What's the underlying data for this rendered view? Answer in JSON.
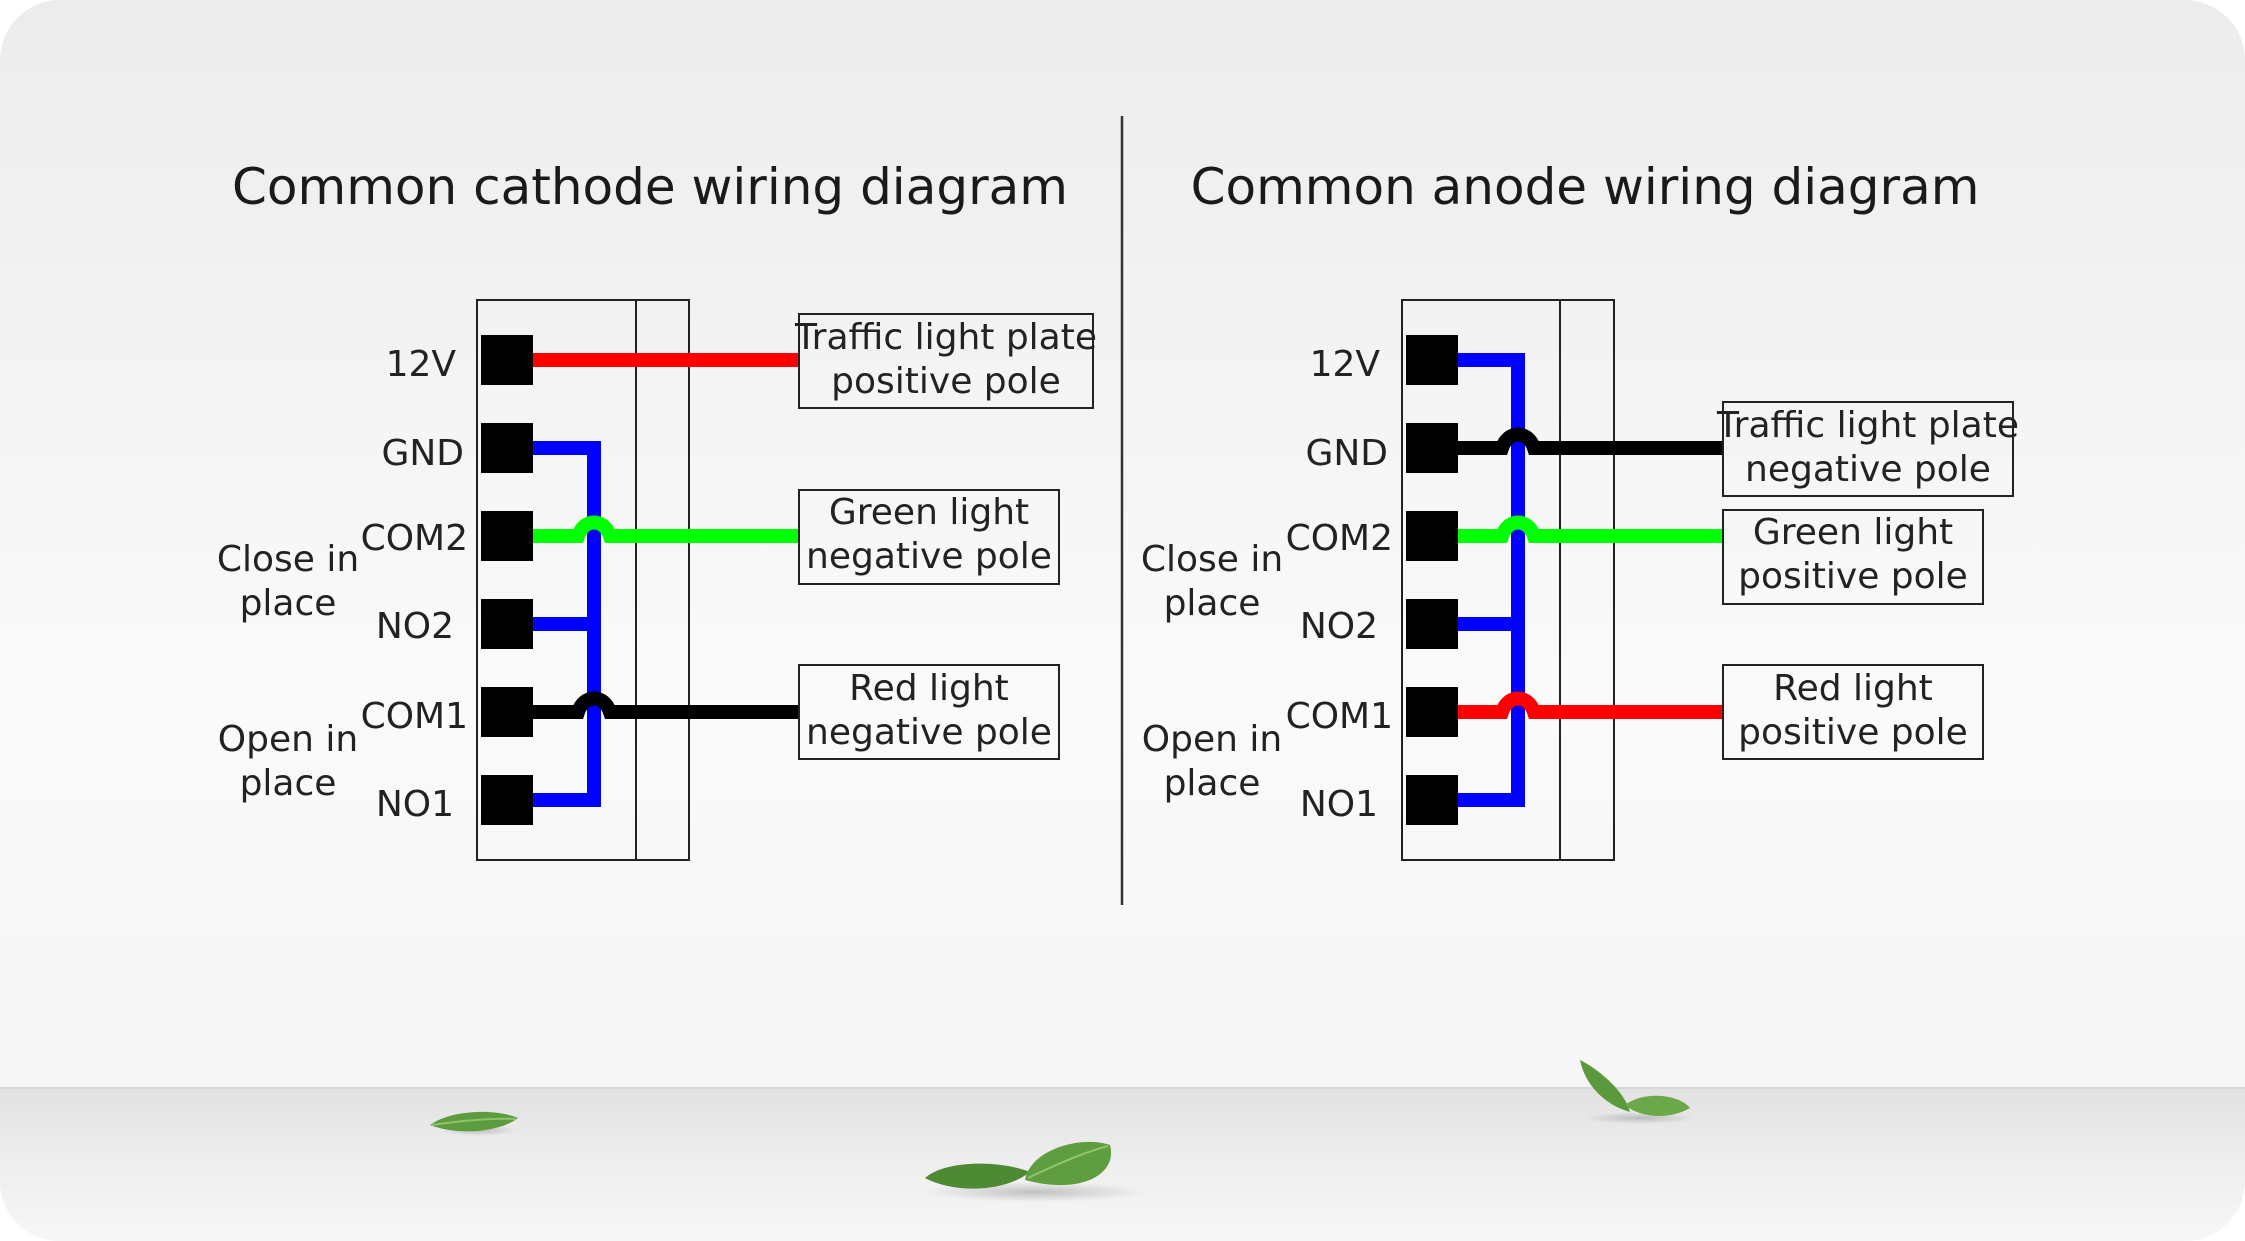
{
  "colors": {
    "background_top": "#efefef",
    "background_mid": "#fbfbfb",
    "floor": "#e6e6e6",
    "divider": "#333333",
    "terminal": "#000000",
    "wire_red": "#ff0000",
    "wire_green": "#00ff00",
    "wire_blue": "#0000ff",
    "wire_black": "#000000",
    "leaf": "#5a9e3c"
  },
  "left": {
    "title": "Common cathode wiring diagram",
    "terminals": {
      "t12v": "12V",
      "gnd": "GND",
      "com2": "COM2",
      "no2": "NO2",
      "com1": "COM1",
      "no1": "NO1"
    },
    "groups": {
      "close_line1": "Close in",
      "close_line2": "place",
      "open_line1": "Open in",
      "open_line2": "place"
    },
    "boxes": {
      "box1_line1": "Traffic light plate",
      "box1_line2": "positive pole",
      "box2_line1": "Green light",
      "box2_line2": "negative pole",
      "box3_line1": "Red light",
      "box3_line2": "negative pole"
    }
  },
  "right": {
    "title": "Common anode wiring diagram",
    "terminals": {
      "t12v": "12V",
      "gnd": "GND",
      "com2": "COM2",
      "no2": "NO2",
      "com1": "COM1",
      "no1": "NO1"
    },
    "groups": {
      "close_line1": "Close in",
      "close_line2": "place",
      "open_line1": "Open in",
      "open_line2": "place"
    },
    "boxes": {
      "box1_line1": "Traffic light plate",
      "box1_line2": "negative pole",
      "box2_line1": "Green light",
      "box2_line2": "positive pole",
      "box3_line1": "Red light",
      "box3_line2": "positive pole"
    }
  }
}
